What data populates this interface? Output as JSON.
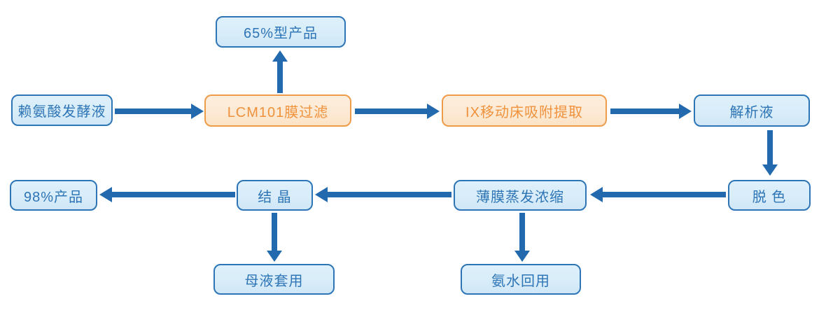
{
  "diagram": {
    "description_type": "process-flow",
    "nodes": {
      "product65": {
        "label": "65%型产品",
        "style": "blue"
      },
      "lysine_broth": {
        "label": "赖氨酸发酵液",
        "style": "blue"
      },
      "lcm101": {
        "label": "LCM101膜过滤",
        "style": "orange"
      },
      "ix_bed": {
        "label": "IX移动床吸附提取",
        "style": "orange"
      },
      "eluate": {
        "label": "解析液",
        "style": "blue"
      },
      "product98": {
        "label": "98%产品",
        "style": "blue"
      },
      "crystallize": {
        "label": "结 晶",
        "style": "blue"
      },
      "thin_film": {
        "label": "薄膜蒸发浓缩",
        "style": "blue"
      },
      "decolorize": {
        "label": "脱 色",
        "style": "blue"
      },
      "mother_liquor": {
        "label": "母液套用",
        "style": "blue"
      },
      "ammonia": {
        "label": "氨水回用",
        "style": "blue"
      }
    },
    "edges": [
      {
        "from": "lysine_broth",
        "to": "lcm101",
        "direction": "right"
      },
      {
        "from": "lcm101",
        "to": "product65",
        "direction": "up"
      },
      {
        "from": "lcm101",
        "to": "ix_bed",
        "direction": "right"
      },
      {
        "from": "ix_bed",
        "to": "eluate",
        "direction": "right"
      },
      {
        "from": "eluate",
        "to": "decolorize",
        "direction": "down"
      },
      {
        "from": "decolorize",
        "to": "thin_film",
        "direction": "left"
      },
      {
        "from": "thin_film",
        "to": "crystallize",
        "direction": "left"
      },
      {
        "from": "crystallize",
        "to": "product98",
        "direction": "left"
      },
      {
        "from": "crystallize",
        "to": "mother_liquor",
        "direction": "down"
      },
      {
        "from": "thin_film",
        "to": "ammonia",
        "direction": "down"
      }
    ]
  },
  "colors": {
    "blue_fill": "#D8ECF9",
    "blue_border": "#2E75B6",
    "blue_text": "#2E75B6",
    "orange_fill": "#FCE9D4",
    "orange_border": "#ED9C4A",
    "orange_text": "#F0913B",
    "arrow": "#2269AD",
    "bg": "#FFFFFF"
  }
}
